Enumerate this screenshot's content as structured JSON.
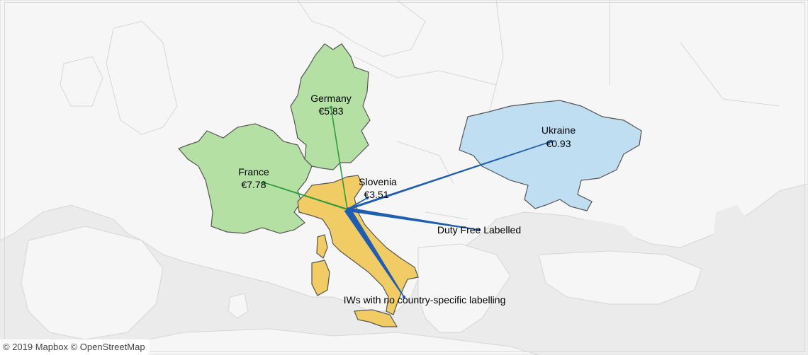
{
  "attribution": "© 2019 Mapbox © OpenStreetMap",
  "colors": {
    "background": "#ebebeb",
    "land": "#f6f6f6",
    "borders": "#d6d6d6",
    "italy": "#f1cc64",
    "green_countries": "#b4e0a4",
    "ukraine": "#bfdef2",
    "flow_green": "#2e9c3a",
    "flow_blue": "#1f5db3"
  },
  "regions": [
    {
      "id": "italy",
      "name": "Italy",
      "color_key": "italy"
    },
    {
      "id": "germany",
      "name": "Germany",
      "color_key": "green_countries"
    },
    {
      "id": "france",
      "name": "France",
      "color_key": "green_countries"
    },
    {
      "id": "ukraine",
      "name": "Ukraine",
      "color_key": "ukraine"
    }
  ],
  "labels": [
    {
      "id": "germany",
      "name": "Germany",
      "value": "€5.83"
    },
    {
      "id": "france",
      "name": "France",
      "value": "€7.78"
    },
    {
      "id": "slovenia",
      "name": "Slovenia",
      "value": "€3.51"
    },
    {
      "id": "ukraine",
      "name": "Ukraine",
      "value": "€0.93"
    },
    {
      "id": "duty_free",
      "name": "Duty Free Labelled"
    },
    {
      "id": "no_country",
      "name": "IWs with no country-specific labelling"
    }
  ]
}
